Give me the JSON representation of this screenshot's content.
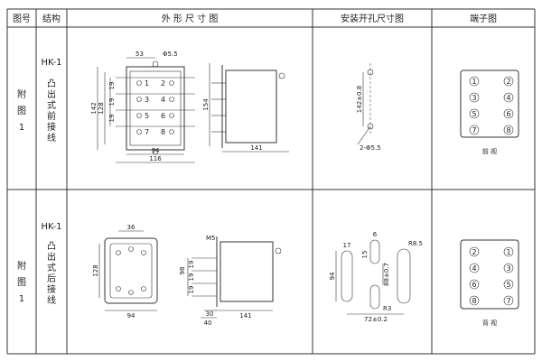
{
  "headers": {
    "figure_no": "图号",
    "structure": "结构",
    "outline": "外 形 尺 寸 图",
    "mounting": "安装开孔尺寸图",
    "terminal": "端子图"
  },
  "rows": [
    {
      "figure": [
        "附",
        "图",
        "1"
      ],
      "model": "HK-1",
      "structure": [
        "凸",
        "出",
        "式",
        "前",
        "接",
        "线"
      ],
      "dims": {
        "top_width": "53",
        "hole": "Φ5.5",
        "height_outer": "142",
        "height_inner": "128",
        "pitch_a": "19",
        "pitch_b": "19",
        "pitch_c": "19",
        "side_height": "154",
        "depth": "141",
        "bottom_inner": "94",
        "bottom_outer": "116"
      },
      "outline_pins": [
        "1",
        "2",
        "3",
        "4",
        "5",
        "6",
        "7",
        "8"
      ],
      "mount": {
        "hole_spacing": "142±0.8",
        "hole_dia": "2-Φ5.5"
      },
      "terminals": [
        "1",
        "2",
        "3",
        "4",
        "5",
        "6",
        "7",
        "8"
      ],
      "terminal_label": "前  视"
    },
    {
      "figure": [
        "附",
        "图",
        "1"
      ],
      "model": "HK-1",
      "structure": [
        "凸",
        "出",
        "式",
        "后",
        "接",
        "线"
      ],
      "dims": {
        "top_width": "36",
        "height": "128",
        "bottom_width": "94",
        "screw": "M5",
        "side_h1": "98",
        "side_p1": "19",
        "side_p2": "19",
        "side_p3": "19",
        "w30": "30",
        "w40": "40",
        "depth": "141"
      },
      "mount": {
        "w17": "17",
        "w6": "6",
        "r85": "R8.5",
        "h94": "94",
        "h15": "15",
        "h88": "88±0.7",
        "r3": "R3",
        "spacing": "72±0.2"
      },
      "terminals": [
        "2",
        "1",
        "4",
        "3",
        "6",
        "5",
        "8",
        "7"
      ],
      "terminal_label": "背  视"
    }
  ]
}
